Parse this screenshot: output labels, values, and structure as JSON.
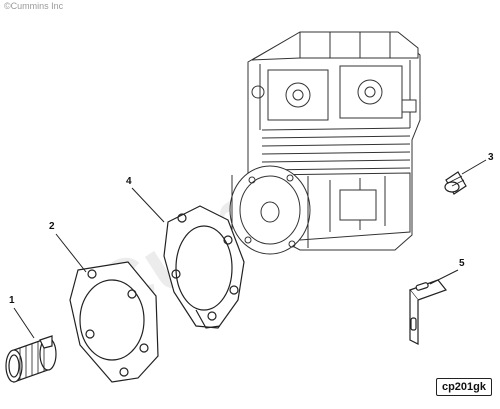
{
  "copyright": "©Cummins Inc",
  "watermark": "Cummins",
  "figure_id": "cp201gk",
  "callouts": [
    {
      "number": "1",
      "part": "coupling"
    },
    {
      "number": "2",
      "part": "gasket"
    },
    {
      "number": "3",
      "part": "plug"
    },
    {
      "number": "4",
      "part": "gasket"
    },
    {
      "number": "5",
      "part": "bracket"
    }
  ],
  "colors": {
    "line": "#222222",
    "watermark": "#ececec"
  }
}
